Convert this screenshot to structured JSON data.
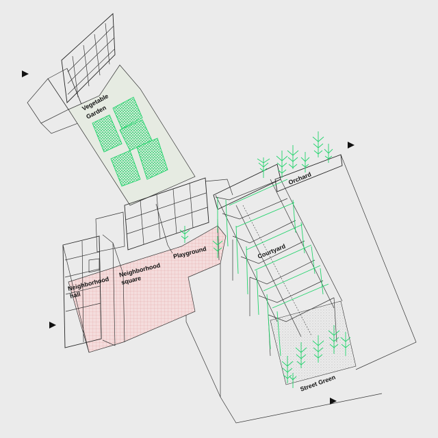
{
  "labels": {
    "vegetable_garden_1": "Vegetable",
    "vegetable_garden_2": "Garden",
    "orchard": "Orchard",
    "courtyard": "Courtyard",
    "playground": "Playground",
    "neighborhood_hall_1": "Neighborhood",
    "neighborhood_hall_2": "hall",
    "neighborhood_square_1": "Neighborhood",
    "neighborhood_square_2": "square",
    "street_green": "Street Green"
  },
  "colors": {
    "background": "#ebebeb",
    "plaza_fill": "#f4dcdc",
    "plaza_grid": "#e2a3a3",
    "garden_fill": "#e6ebe2",
    "plant_green": "#1fd36a",
    "line": "#333333"
  },
  "icons": [
    "north-arrow-icon",
    "view-arrow-icon"
  ]
}
